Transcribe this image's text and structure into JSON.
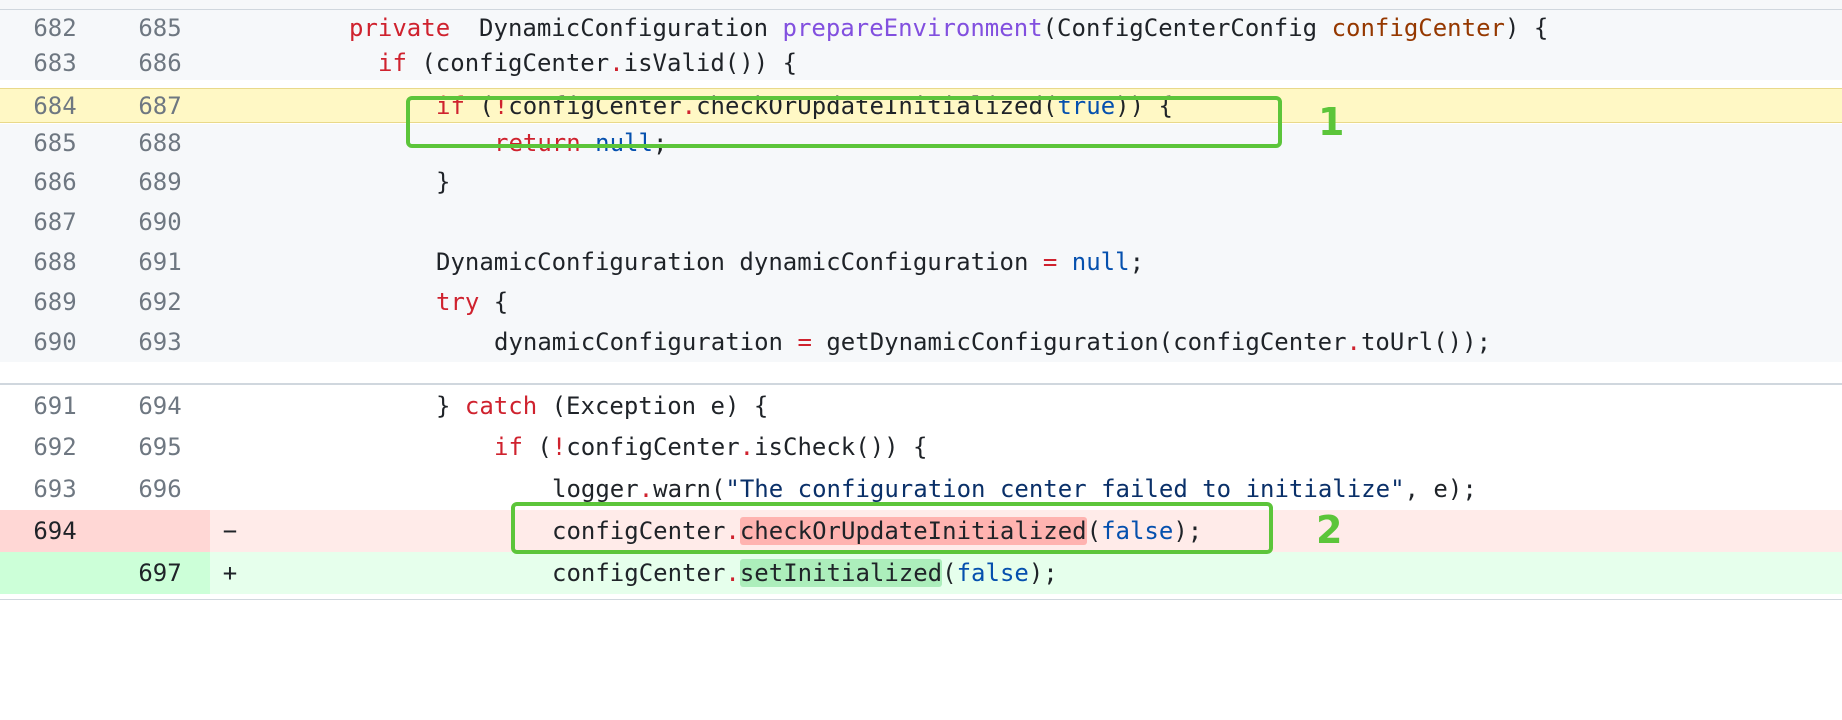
{
  "diff": {
    "lines": [
      {
        "old": "682",
        "new": "685",
        "marker": "",
        "indent": 6,
        "tokens": [
          [
            "kw",
            "private"
          ],
          [
            "",
            "  DynamicConfiguration "
          ],
          [
            "fn",
            "prepareEnvironment"
          ],
          [
            "",
            "(ConfigCenterConfig "
          ],
          [
            "prm",
            "configCenter"
          ],
          [
            "",
            ") {"
          ]
        ]
      },
      {
        "old": "683",
        "new": "686",
        "marker": "",
        "indent": 8,
        "tokens": [
          [
            "kw",
            "if"
          ],
          [
            "",
            " (configCenter"
          ],
          [
            "kw",
            "."
          ],
          [
            "",
            "isValid()) {"
          ]
        ]
      },
      {
        "old": "684",
        "new": "687",
        "marker": "",
        "indent": 12,
        "tokens": [
          [
            "kw",
            "if"
          ],
          [
            "",
            " ("
          ],
          [
            "kw",
            "!"
          ],
          [
            "",
            "configCenter"
          ],
          [
            "kw",
            "."
          ],
          [
            "",
            "checkOrUpdateInitialized("
          ],
          [
            "ct",
            "true"
          ],
          [
            "",
            ")) {"
          ]
        ]
      },
      {
        "old": "685",
        "new": "688",
        "marker": "",
        "indent": 16,
        "tokens": [
          [
            "kw",
            "return"
          ],
          [
            "",
            " "
          ],
          [
            "ct",
            "null"
          ],
          [
            "",
            ";"
          ]
        ]
      },
      {
        "old": "686",
        "new": "689",
        "marker": "",
        "indent": 12,
        "tokens": [
          [
            "",
            "}"
          ]
        ]
      },
      {
        "old": "687",
        "new": "690",
        "marker": "",
        "indent": 0,
        "tokens": []
      },
      {
        "old": "688",
        "new": "691",
        "marker": "",
        "indent": 12,
        "tokens": [
          [
            "",
            "DynamicConfiguration dynamicConfiguration "
          ],
          [
            "kw",
            "="
          ],
          [
            "",
            " "
          ],
          [
            "ct",
            "null"
          ],
          [
            "",
            ";"
          ]
        ]
      },
      {
        "old": "689",
        "new": "692",
        "marker": "",
        "indent": 12,
        "tokens": [
          [
            "kw",
            "try"
          ],
          [
            "",
            " {"
          ]
        ]
      },
      {
        "old": "690",
        "new": "693",
        "marker": "",
        "indent": 16,
        "tokens": [
          [
            "",
            "dynamicConfiguration "
          ],
          [
            "kw",
            "="
          ],
          [
            "",
            " getDynamicConfiguration(configCenter"
          ],
          [
            "kw",
            "."
          ],
          [
            "",
            "toUrl());"
          ]
        ]
      },
      {
        "old": "691",
        "new": "694",
        "marker": "",
        "indent": 12,
        "tokens": [
          [
            "",
            "} "
          ],
          [
            "kw",
            "catch"
          ],
          [
            "",
            " (Exception e) {"
          ]
        ]
      },
      {
        "old": "692",
        "new": "695",
        "marker": "",
        "indent": 16,
        "tokens": [
          [
            "kw",
            "if"
          ],
          [
            "",
            " ("
          ],
          [
            "kw",
            "!"
          ],
          [
            "",
            "configCenter"
          ],
          [
            "kw",
            "."
          ],
          [
            "",
            "isCheck()) {"
          ]
        ]
      },
      {
        "old": "693",
        "new": "696",
        "marker": "",
        "indent": 20,
        "tokens": [
          [
            "",
            "logger"
          ],
          [
            "kw",
            "."
          ],
          [
            "",
            "warn("
          ],
          [
            "str",
            "\"The configuration center failed to initialize\""
          ],
          [
            "",
            ", e);"
          ]
        ]
      },
      {
        "old": "694",
        "new": "",
        "marker": "−",
        "indent": 20,
        "tokens": [
          [
            "",
            "configCenter"
          ],
          [
            "kw",
            "."
          ],
          [
            "del-word",
            "checkOrUpdateInitialized"
          ],
          [
            "",
            "("
          ],
          [
            "ct",
            "false"
          ],
          [
            "",
            ");"
          ]
        ]
      },
      {
        "old": "",
        "new": "697",
        "marker": "+",
        "indent": 20,
        "tokens": [
          [
            "",
            "configCenter"
          ],
          [
            "kw",
            "."
          ],
          [
            "add-word",
            "setInitialized"
          ],
          [
            "",
            "("
          ],
          [
            "ct",
            "false"
          ],
          [
            "",
            ");"
          ]
        ]
      }
    ]
  },
  "annotations": [
    {
      "label": "1"
    },
    {
      "label": "2"
    }
  ]
}
